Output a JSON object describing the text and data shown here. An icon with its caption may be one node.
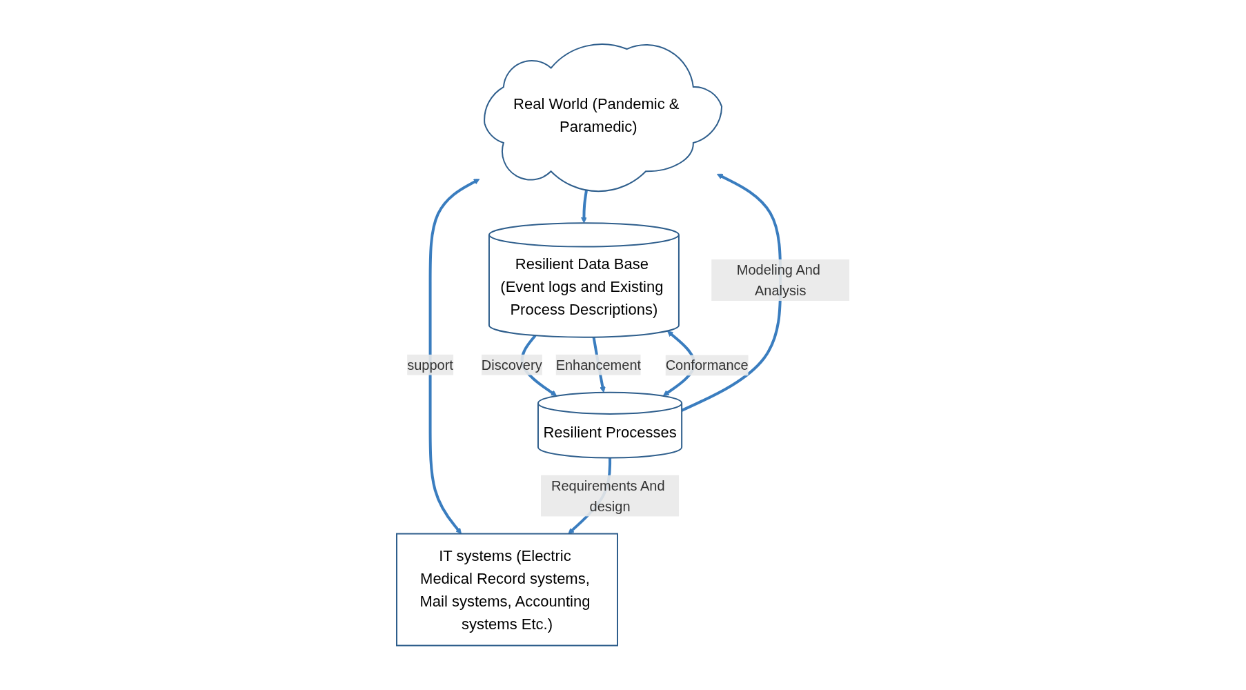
{
  "diagram": {
    "nodes": [
      {
        "text": [
          "Real World (Pandemic & Paramedic)"
        ]
      },
      {
        "text": [
          "IT systems (Electric Medical Record systems, Mail systems, Accounting systems Etc.)"
        ]
      },
      {
        "text": [
          "Resilient Processes"
        ]
      },
      {
        "text": [
          "Resilient Data Base (Event logs and Existing Process Descriptions)"
        ]
      }
    ],
    "edges": [
      {
        "from": 0,
        "to": 1,
        "arrow": "both",
        "label": "support"
      },
      {
        "from": 2,
        "to": 0,
        "arrow": "to",
        "label": "Modeling And Analysis"
      },
      {
        "from": 2,
        "to": 1,
        "arrow": "to",
        "label": "Requirements And design"
      },
      {
        "from": 0,
        "to": 3,
        "arrow": "to"
      },
      {
        "from": 3,
        "to": 2,
        "arrow": "to",
        "label": "Discovery"
      },
      {
        "from": 2,
        "to": 3,
        "arrow": "both",
        "label": "Conformance"
      },
      {
        "from": 3,
        "to": 2,
        "arrow": "to",
        "label": "Enhancement"
      }
    ]
  }
}
